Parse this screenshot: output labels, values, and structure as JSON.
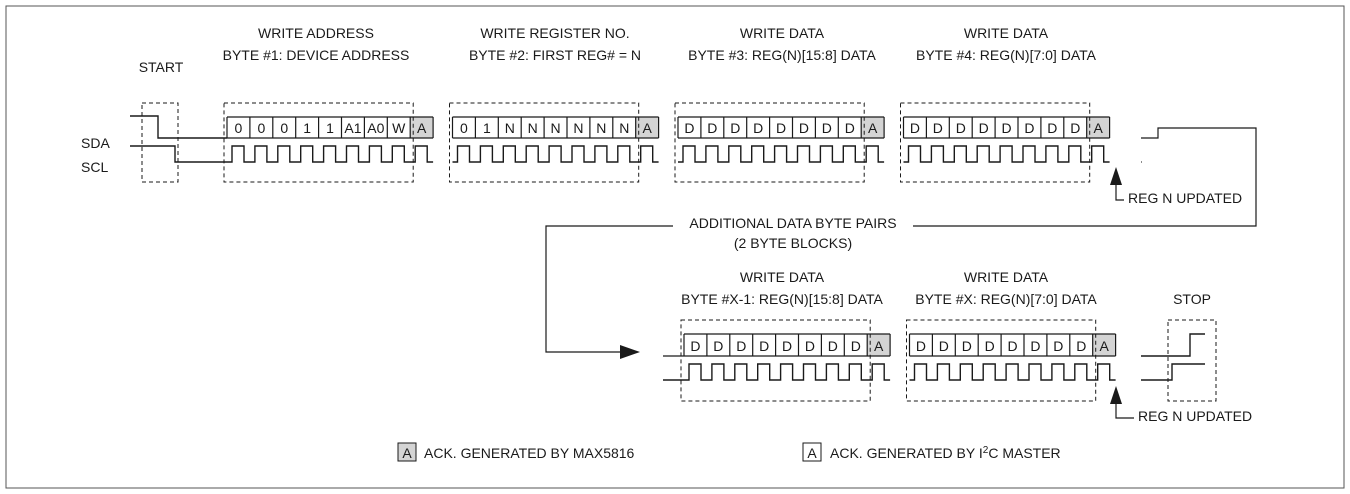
{
  "labels": {
    "start": "START",
    "stop": "STOP",
    "sda": "SDA",
    "scl": "SCL",
    "reg_updated": "REG N UPDATED",
    "additional_line1": "ADDITIONAL DATA BYTE PAIRS",
    "additional_line2": "(2 BYTE BLOCKS)"
  },
  "row1_bytes": [
    {
      "title": "WRITE ADDRESS",
      "subtitle": "BYTE #1: DEVICE ADDRESS",
      "bits": [
        "0",
        "0",
        "0",
        "1",
        "1",
        "A1",
        "A0",
        "W"
      ],
      "ack": "A"
    },
    {
      "title": "WRITE REGISTER NO.",
      "subtitle": "BYTE #2: FIRST REG# = N",
      "bits": [
        "0",
        "1",
        "N",
        "N",
        "N",
        "N",
        "N",
        "N"
      ],
      "ack": "A"
    },
    {
      "title": "WRITE DATA",
      "subtitle": "BYTE #3: REG(N)[15:8] DATA",
      "bits": [
        "D",
        "D",
        "D",
        "D",
        "D",
        "D",
        "D",
        "D"
      ],
      "ack": "A"
    },
    {
      "title": "WRITE DATA",
      "subtitle": "BYTE #4: REG(N)[7:0] DATA",
      "bits": [
        "D",
        "D",
        "D",
        "D",
        "D",
        "D",
        "D",
        "D"
      ],
      "ack": "A"
    }
  ],
  "row2_bytes": [
    {
      "title": "WRITE DATA",
      "subtitle": "BYTE #X-1: REG(N)[15:8] DATA",
      "bits": [
        "D",
        "D",
        "D",
        "D",
        "D",
        "D",
        "D",
        "D"
      ],
      "ack": "A"
    },
    {
      "title": "WRITE DATA",
      "subtitle": "BYTE #X: REG(N)[7:0] DATA",
      "bits": [
        "D",
        "D",
        "D",
        "D",
        "D",
        "D",
        "D",
        "D"
      ],
      "ack": "A"
    }
  ],
  "legend": [
    {
      "symbol": "A",
      "text": "ACK. GENERATED BY MAX5816",
      "shaded": true
    },
    {
      "symbol": "A",
      "text": "ACK. GENERATED BY I2C MASTER",
      "shaded": false
    }
  ],
  "colors": {
    "ack_shade": "#d4d4d4",
    "line": "#1a1a1a",
    "frame": "#555555"
  }
}
